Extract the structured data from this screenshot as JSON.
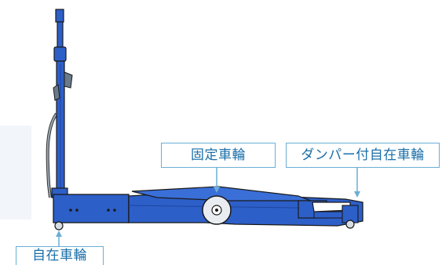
{
  "labels": {
    "fixed_wheel": "固定車輪",
    "damper_caster": "ダンパー付自在車輪",
    "caster": "自在車輪"
  },
  "colors": {
    "body_blue": "#2d5fc8",
    "body_blue_dark": "#1e45a0",
    "label_text": "#1b6fa8",
    "label_border": "#6aaed6",
    "outline": "#1a1a1a"
  }
}
